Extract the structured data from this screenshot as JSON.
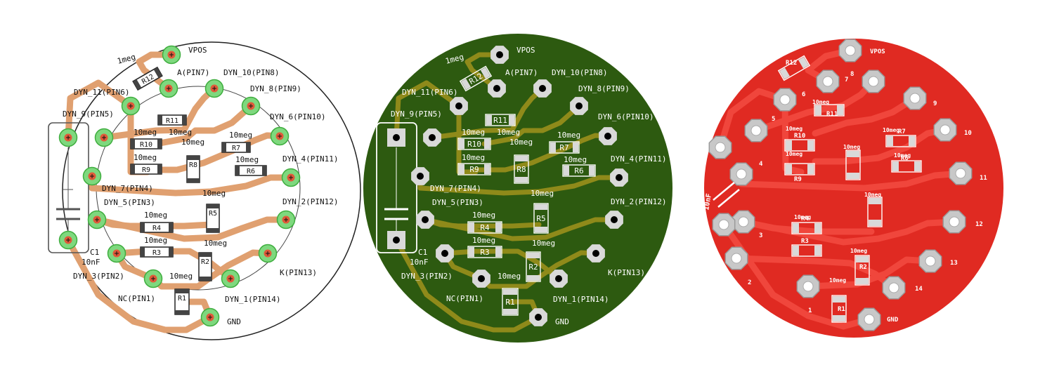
{
  "colors": {
    "background": "#ffffff",
    "layout_trace": "#e0a070",
    "layout_pad_ring": "#7ed87e",
    "layout_pad_center": "#e05a3a",
    "board_green": "#2d5a10",
    "green_trace": "#8f8a1a",
    "silver_pad": "#d9d9d9",
    "board_red": "#e02a22",
    "red_trace": "#f0463c",
    "silkscreen": "#ffffff"
  },
  "pins": [
    {
      "id": "vpos",
      "label": "VPOS",
      "num": ""
    },
    {
      "id": "pin7",
      "label": "A(PIN7)",
      "num": "7"
    },
    {
      "id": "pin8",
      "label": "DYN_10(PIN8)",
      "num": "8"
    },
    {
      "id": "pin6",
      "label": "DYN_11(PIN6)",
      "num": "6"
    },
    {
      "id": "pin9",
      "label": "DYN_8(PIN9)",
      "num": "9"
    },
    {
      "id": "pin5",
      "label": "DYN_9(PIN5)",
      "num": "5"
    },
    {
      "id": "pin10",
      "label": "DYN_6(PIN10)",
      "num": "10"
    },
    {
      "id": "pin11",
      "label": "DYN_4(PIN11)",
      "num": "11"
    },
    {
      "id": "pin4",
      "label": "DYN_7(PIN4)",
      "num": "4"
    },
    {
      "id": "pin3",
      "label": "DYN_5(PIN3)",
      "num": "3"
    },
    {
      "id": "pin12",
      "label": "DYN_2(PIN12)",
      "num": "12"
    },
    {
      "id": "pin2",
      "label": "DYN_3(PIN2)",
      "num": "2"
    },
    {
      "id": "pin13",
      "label": "K(PIN13)",
      "num": "13"
    },
    {
      "id": "pin1",
      "label": "NC(PIN1)",
      "num": "1"
    },
    {
      "id": "pin14",
      "label": "DYN_1(PIN14)",
      "num": "14"
    },
    {
      "id": "gnd",
      "label": "GND",
      "num": ""
    }
  ],
  "resistors": [
    {
      "ref": "R12",
      "value": "1meg"
    },
    {
      "ref": "R11",
      "value": "10meg"
    },
    {
      "ref": "R10",
      "value": "10meg"
    },
    {
      "ref": "R9",
      "value": "10meg"
    },
    {
      "ref": "R8",
      "value": "10meg"
    },
    {
      "ref": "R7",
      "value": "10meg"
    },
    {
      "ref": "R6",
      "value": "10meg"
    },
    {
      "ref": "R5",
      "value": "10meg"
    },
    {
      "ref": "R4",
      "value": "10meg"
    },
    {
      "ref": "R3",
      "value": "10meg"
    },
    {
      "ref": "R2",
      "value": "10meg"
    },
    {
      "ref": "R1",
      "value": "10meg"
    }
  ],
  "capacitor": {
    "ref": "C1",
    "value": "10nF"
  },
  "red_board": {
    "extra_labels": [
      "VPOS",
      "GND",
      "10nF",
      "R12",
      "R11",
      "R10",
      "R9",
      "R7",
      "R6",
      "R4",
      "R3",
      "R2",
      "R1",
      "10meg"
    ]
  }
}
